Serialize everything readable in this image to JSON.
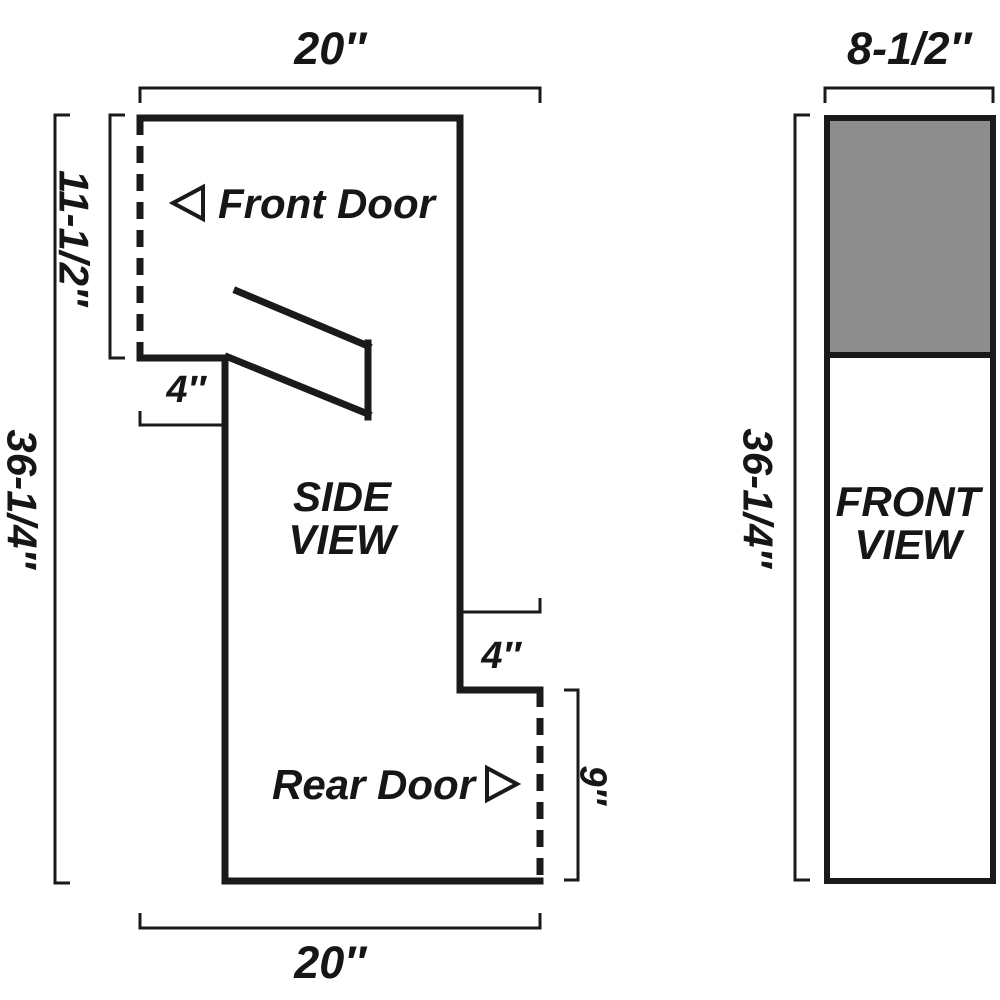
{
  "colors": {
    "line": "#1a1a1a",
    "door_panel_fill": "#8d8d8d",
    "background": "#ffffff"
  },
  "side_view": {
    "title_line1": "SIDE",
    "title_line2": "VIEW",
    "front_door_label": "Front Door",
    "rear_door_label": "Rear Door",
    "dim_top_depth": "20″",
    "dim_bottom_depth": "20″",
    "dim_overall_height": "36-1/4″",
    "dim_front_door_height": "11-1/2″",
    "dim_front_step": "4″",
    "dim_rear_step": "4″",
    "dim_rear_door_height": "9″"
  },
  "front_view": {
    "title_line1": "FRONT",
    "title_line2": "VIEW",
    "dim_width": "8-1/2″",
    "dim_overall_height": "36-1/4″"
  }
}
